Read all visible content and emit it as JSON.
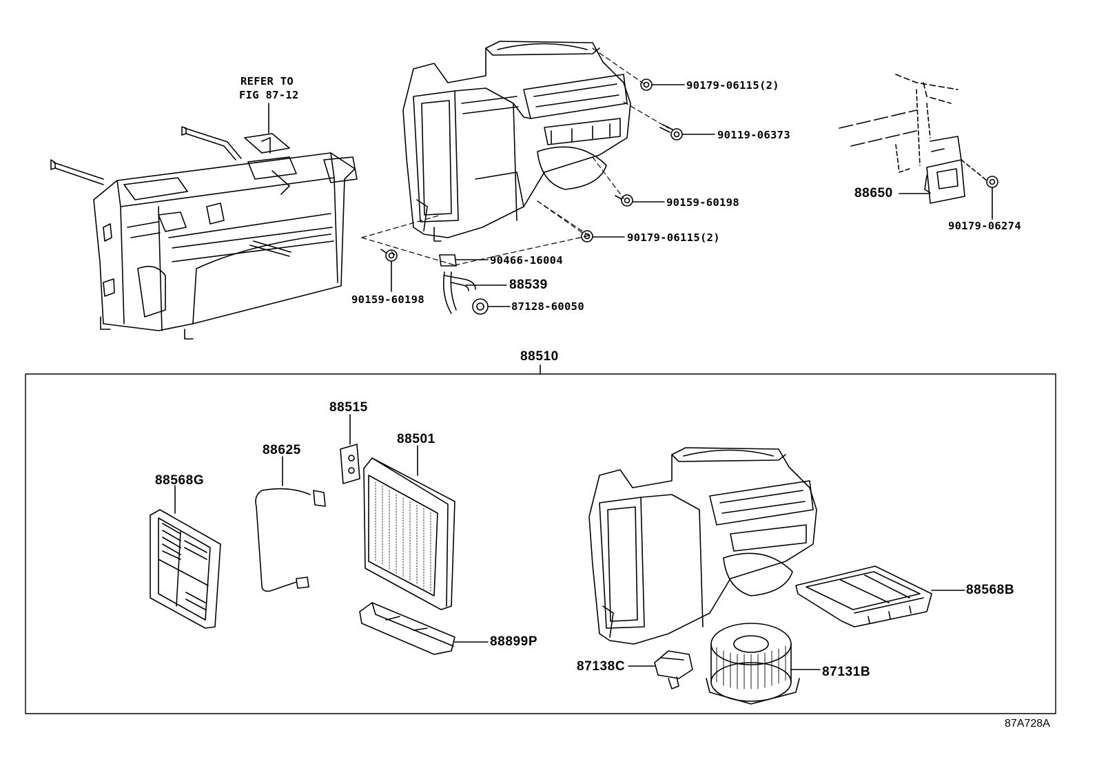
{
  "refer_note": {
    "line1": "REFER TO",
    "line2": "FIG 87-12"
  },
  "callouts": {
    "p90179_06115_upper": "90179-06115(2)",
    "p90119_06373": "90119-06373",
    "p90159_60198_right": "90159-60198",
    "p90179_06115_lower": "90179-06115(2)",
    "p90466_16004": "90466-16004",
    "p88539": "88539",
    "p87128_60050": "87128-60050",
    "p90159_60198_left": "90159-60198",
    "p88650": "88650",
    "p90179_06274": "90179-06274",
    "p88510": "88510",
    "p88515": "88515",
    "p88501": "88501",
    "p88625": "88625",
    "p88568G": "88568G",
    "p88568B": "88568B",
    "p88899P": "88899P",
    "p87138C": "87138C",
    "p87131B": "87131B"
  },
  "figure_code": "87A728A"
}
